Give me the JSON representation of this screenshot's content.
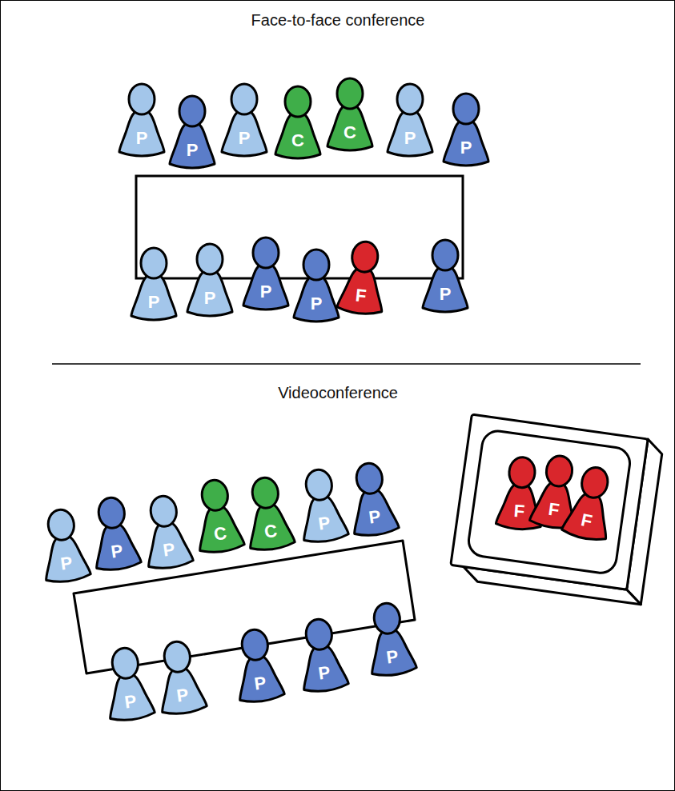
{
  "diagram": {
    "nodes": [
      {
        "text": [
          "P"
        ]
      },
      {
        "text": [
          "P"
        ]
      },
      {
        "text": [
          "P"
        ]
      },
      {
        "text": [
          "C"
        ]
      },
      {
        "text": [
          "C"
        ]
      },
      {
        "text": [
          "P"
        ]
      },
      {
        "text": [
          "P"
        ]
      },
      {
        "text": [
          "P"
        ]
      },
      {
        "text": [
          "P"
        ]
      },
      {
        "text": [
          "P"
        ]
      },
      {
        "text": [
          "P"
        ]
      },
      {
        "text": [
          "F"
        ]
      },
      {
        "text": [
          "P"
        ]
      },
      {
        "text": [
          "P"
        ]
      },
      {
        "text": [
          "P"
        ]
      },
      {
        "text": [
          "P"
        ]
      },
      {
        "text": [
          "C"
        ]
      },
      {
        "text": [
          "C"
        ]
      },
      {
        "text": [
          "P"
        ]
      },
      {
        "text": [
          "P"
        ]
      },
      {
        "text": [
          "P"
        ]
      },
      {
        "text": [
          "P"
        ]
      },
      {
        "text": [
          "P"
        ]
      },
      {
        "text": [
          "P"
        ]
      },
      {
        "text": [
          "P"
        ]
      },
      {
        "text": []
      },
      {
        "text": [
          "F"
        ],
        "in": 25
      },
      {
        "text": [
          "F"
        ],
        "in": 25
      },
      {
        "text": [
          "F"
        ],
        "in": 25
      }
    ],
    "labels": [
      "Face-to-face conference",
      "Videoconference"
    ]
  }
}
